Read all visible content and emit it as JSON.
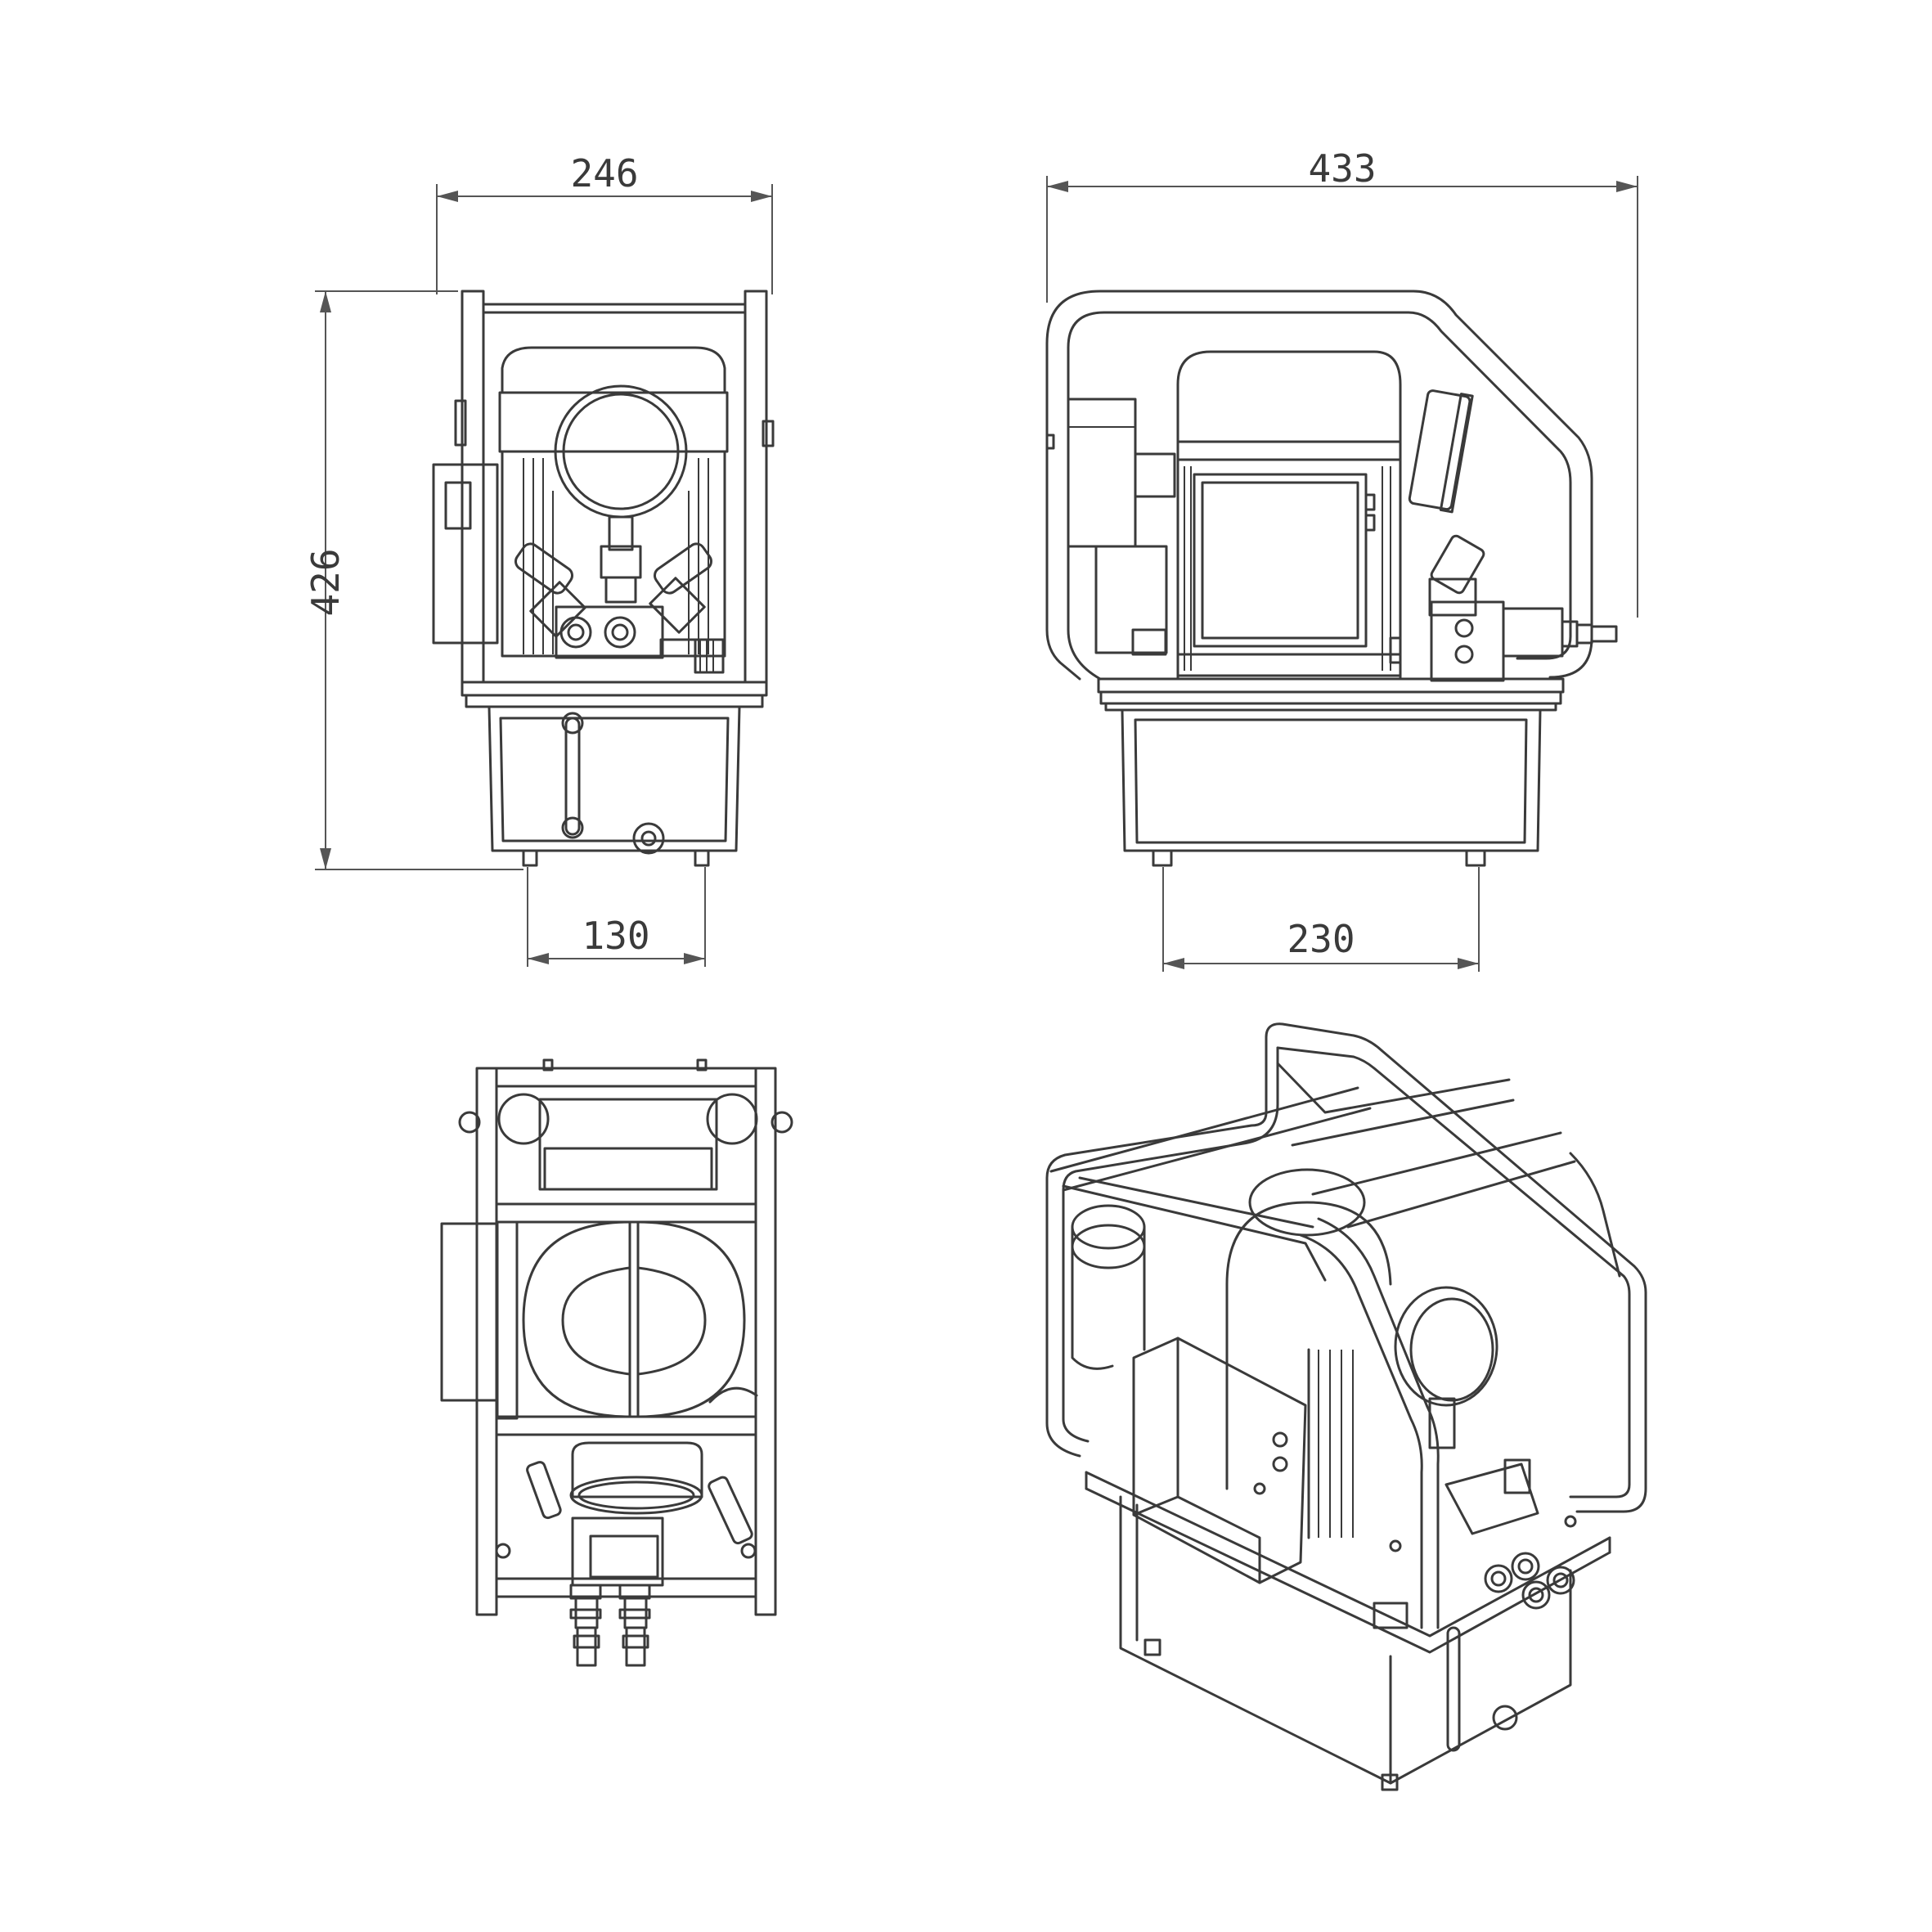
{
  "dimensions": {
    "front_width": "246",
    "height": "426",
    "front_foot_spacing": "130",
    "side_length": "433",
    "side_foot_spacing": "230"
  }
}
